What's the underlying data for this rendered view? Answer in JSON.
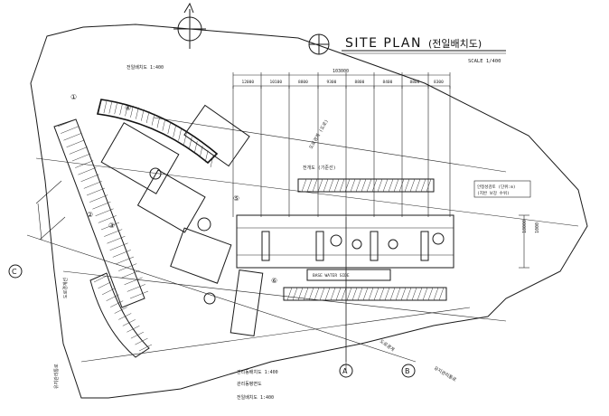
{
  "title": {
    "main": "SITE PLAN",
    "sub": "(전일배치도)",
    "scale": "SCALE 1/400"
  },
  "dimensions": {
    "total": "103000",
    "segments": [
      "12000",
      "10100",
      "8800",
      "9300",
      "8800",
      "8400",
      "8800",
      "8300"
    ],
    "right_vertical": "18000",
    "right_small": "1000"
  },
  "labels": {
    "base_water": "BASE WATER SIDE",
    "left_top": "전일배치도 1:400",
    "mid_top": "전개도 (기준선)",
    "right_box_1": "안정성검토 (단위:m)",
    "right_box_2": "(지반 보강 수위)",
    "lower_right": "도로경계",
    "lower_right_2": "유지관리통로",
    "bottom_1": "관리동배치도 1:400",
    "bottom_2": "관리동평면도",
    "bottom_3": "전일배치도 1:400",
    "left_vertical": "도로경계선",
    "left_vertical_2": "유지관리통로"
  },
  "grid_markers": {
    "a": "A",
    "b": "B",
    "c": "C"
  },
  "room_numbers": [
    "①",
    "②",
    "③",
    "④",
    "⑤",
    "⑥"
  ],
  "road_text": "도로경계 (도로)"
}
